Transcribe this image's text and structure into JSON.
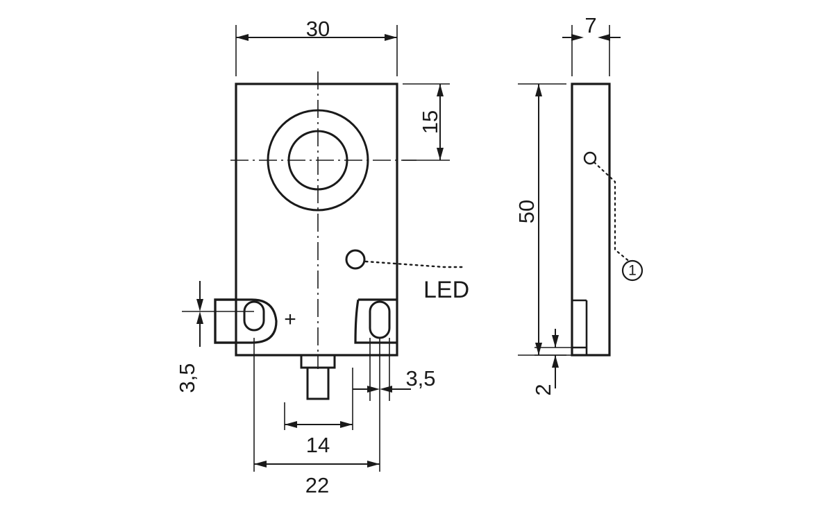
{
  "drawing": {
    "title": "inductive-sensor-dimension-drawing",
    "colors": {
      "line": "#1a1a1a",
      "background": "#ffffff"
    },
    "front_view": {
      "dimensions": {
        "width_overall": "30",
        "sensing_face_offset": "15",
        "mount_hole_left_offset": "3,5",
        "mount_hole_right_offset": "3,5",
        "connector_width": "14",
        "mount_hole_spacing": "22"
      },
      "labels": {
        "led": "LED",
        "polarity": "+"
      }
    },
    "side_view": {
      "dimensions": {
        "thickness": "7",
        "height_overall": "50",
        "bottom_offset": "2"
      },
      "callouts": {
        "item_1": "1"
      }
    }
  }
}
